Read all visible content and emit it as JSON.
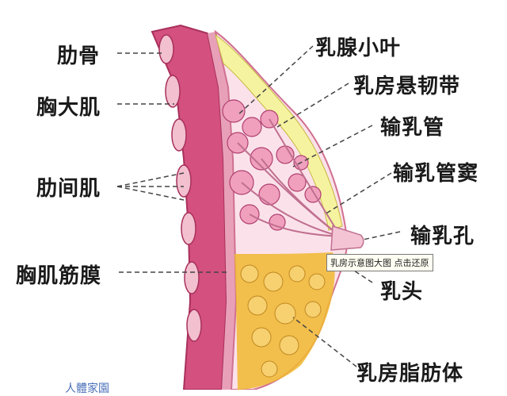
{
  "labels": {
    "rib": "肋骨",
    "pectoralis_major": "胸大肌",
    "intercostal_muscle": "肋间肌",
    "pectoral_fascia": "胸肌筋膜",
    "lobule": "乳腺小叶",
    "suspensory_ligament": "乳房悬韧带",
    "lactiferous_duct": "输乳管",
    "lactiferous_sinus": "输乳管窦",
    "duct_opening": "输乳孔",
    "nipple": "乳头",
    "fat": "乳房脂肪体"
  },
  "tooltip": "乳房示意图大图  点击还原",
  "watermark": "人體家園",
  "colors": {
    "muscle": "#d4507e",
    "muscle_dark": "#a8305c",
    "rib": "#f2c0cf",
    "fascia": "#e8a0b8",
    "breast_tissue": "#fbe2ea",
    "gland": "#f0a0bc",
    "fat": "#f0b830",
    "ligament": "#f6f3a0",
    "leader_line": "#444444"
  }
}
